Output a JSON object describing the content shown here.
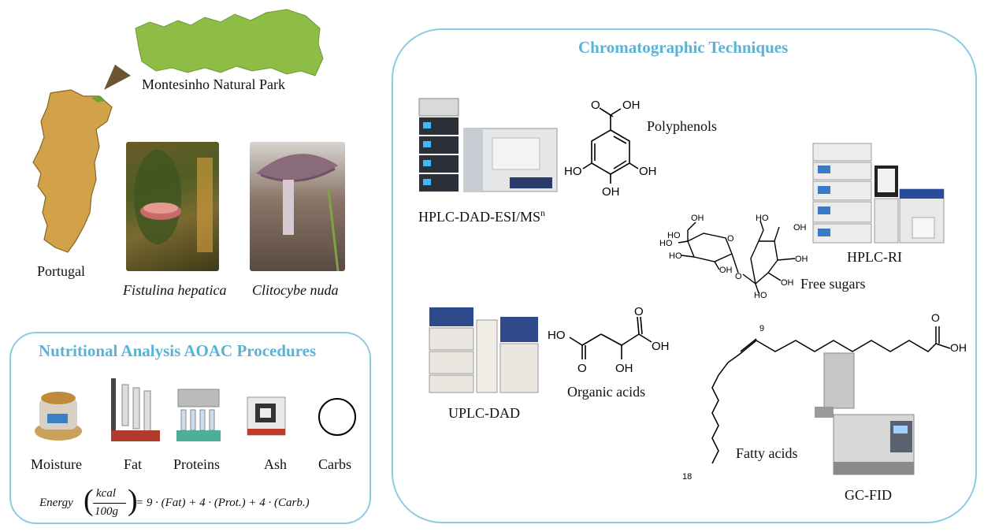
{
  "map": {
    "park_label": "Montesinho Natural Park",
    "country_label": "Portugal"
  },
  "species": [
    {
      "name": "Fistulina hepatica"
    },
    {
      "name": "Clitocybe nuda"
    }
  ],
  "nutrition": {
    "title": "Nutritional Analysis AOAC Procedures",
    "items": [
      "Moisture",
      "Fat",
      "Proteins",
      "Ash",
      "Carbs"
    ],
    "formula_parts": {
      "energy": "Energy",
      "unit_top": "kcal",
      "unit_bottom": "100g",
      "rhs": "= 9 · (Fat) + 4 · (Prot.) + 4 · (Carb.)"
    }
  },
  "chromatography": {
    "title": "Chromatographic Techniques",
    "instruments": {
      "hplc_ms": "HPLC-DAD-ESI/MS",
      "hplc_ms_sup": "n",
      "hplc_ri": "HPLC-RI",
      "uplc": "UPLC-DAD",
      "gc": "GC-FID"
    },
    "analytes": {
      "polyphenols": "Polyphenols",
      "sugars": "Free sugars",
      "organic_acids": "Organic acids",
      "fatty_acids": "Fatty acids"
    },
    "atoms": {
      "oh": "OH",
      "ho": "HO",
      "o": "O",
      "c9": "9",
      "c18": "18"
    }
  },
  "colors": {
    "accent": "#59b3d6",
    "box_border": "#8ccbe3",
    "map_fill": "#d2a24a",
    "park_fill": "#8dbd45"
  }
}
